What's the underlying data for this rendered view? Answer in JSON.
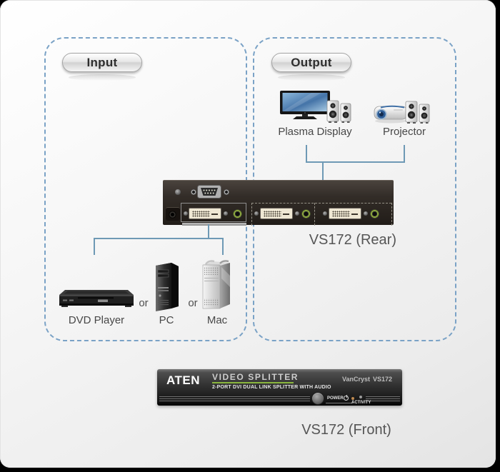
{
  "canvas": {
    "input_section": {
      "label": "Input"
    },
    "output_section": {
      "label": "Output"
    },
    "output_devices": {
      "plasma": "Plasma Display",
      "projector": "Projector"
    },
    "input_devices": {
      "dvd": "DVD Player",
      "or_1": "or",
      "pc": "PC",
      "or_2": "or",
      "mac": "Mac"
    },
    "captions": {
      "rear": "VS172 (Rear)",
      "front": "VS172 (Front)"
    },
    "front_panel": {
      "brand": "ATEN",
      "product": "VIDEO SPLITTER",
      "tagline": "2-PORT DVI DUAL LINK SPLITTER WITH AUDIO",
      "series": "VanCryst",
      "model": "VS172",
      "power_label": "POWER",
      "activity_label": "ACTIVITY"
    },
    "colors": {
      "connector_line": "#6e99b5",
      "dashed_border": "#7aa2c6",
      "accent_green": "#8ab63e",
      "audio_jack_green": "#8aa43e"
    }
  }
}
